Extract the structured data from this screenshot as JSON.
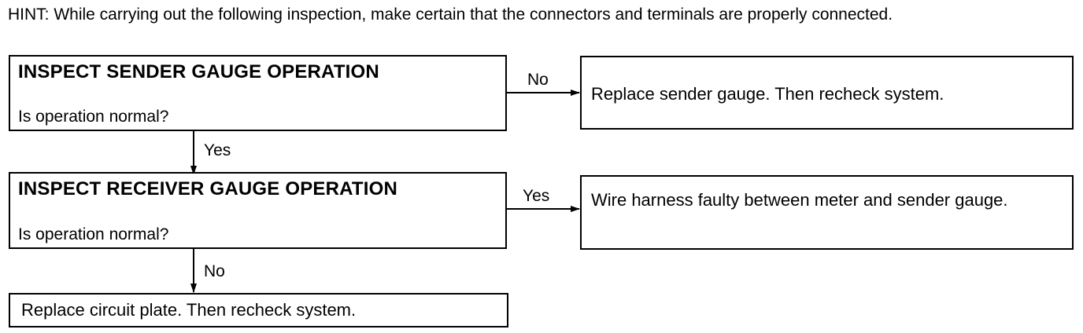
{
  "hint": "HINT: While carrying out the following inspection, make certain that the connectors and terminals are properly connected.",
  "steps": {
    "sender": {
      "title": "INSPECT SENDER GAUGE OPERATION",
      "question": "Is operation normal?"
    },
    "receiver": {
      "title": "INSPECT RECEIVER GAUGE OPERATION",
      "question": "Is operation normal?"
    }
  },
  "results": {
    "replace_sender": "Replace sender gauge. Then recheck system.",
    "wire_harness": "Wire harness faulty between meter and sender gauge.",
    "replace_circuit": "Replace circuit plate. Then recheck system."
  },
  "labels": {
    "sender_no": "No",
    "sender_yes": "Yes",
    "receiver_yes": "Yes",
    "receiver_no": "No"
  }
}
